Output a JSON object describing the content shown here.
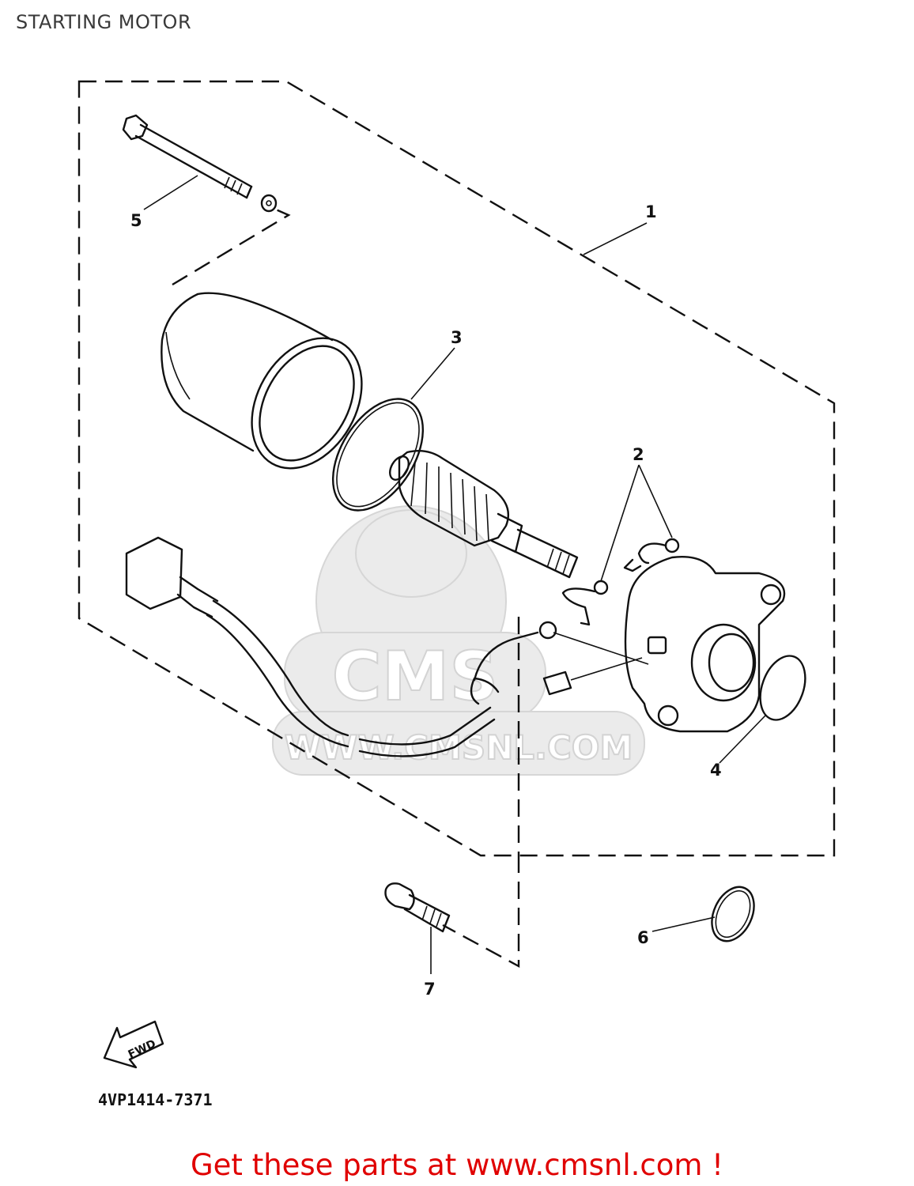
{
  "title": "STARTING MOTOR",
  "diagram_code": "4VP1414-7371",
  "direction_label": "FWD",
  "watermark": {
    "logo": "CMS",
    "url": "WWW.CMSNL.COM"
  },
  "callouts": [
    "1",
    "2",
    "3",
    "4",
    "5",
    "6",
    "7"
  ],
  "cta_text": "Get these parts at www.cmsnl.com !",
  "colors": {
    "cta": "#e00000",
    "line": "#111111"
  }
}
